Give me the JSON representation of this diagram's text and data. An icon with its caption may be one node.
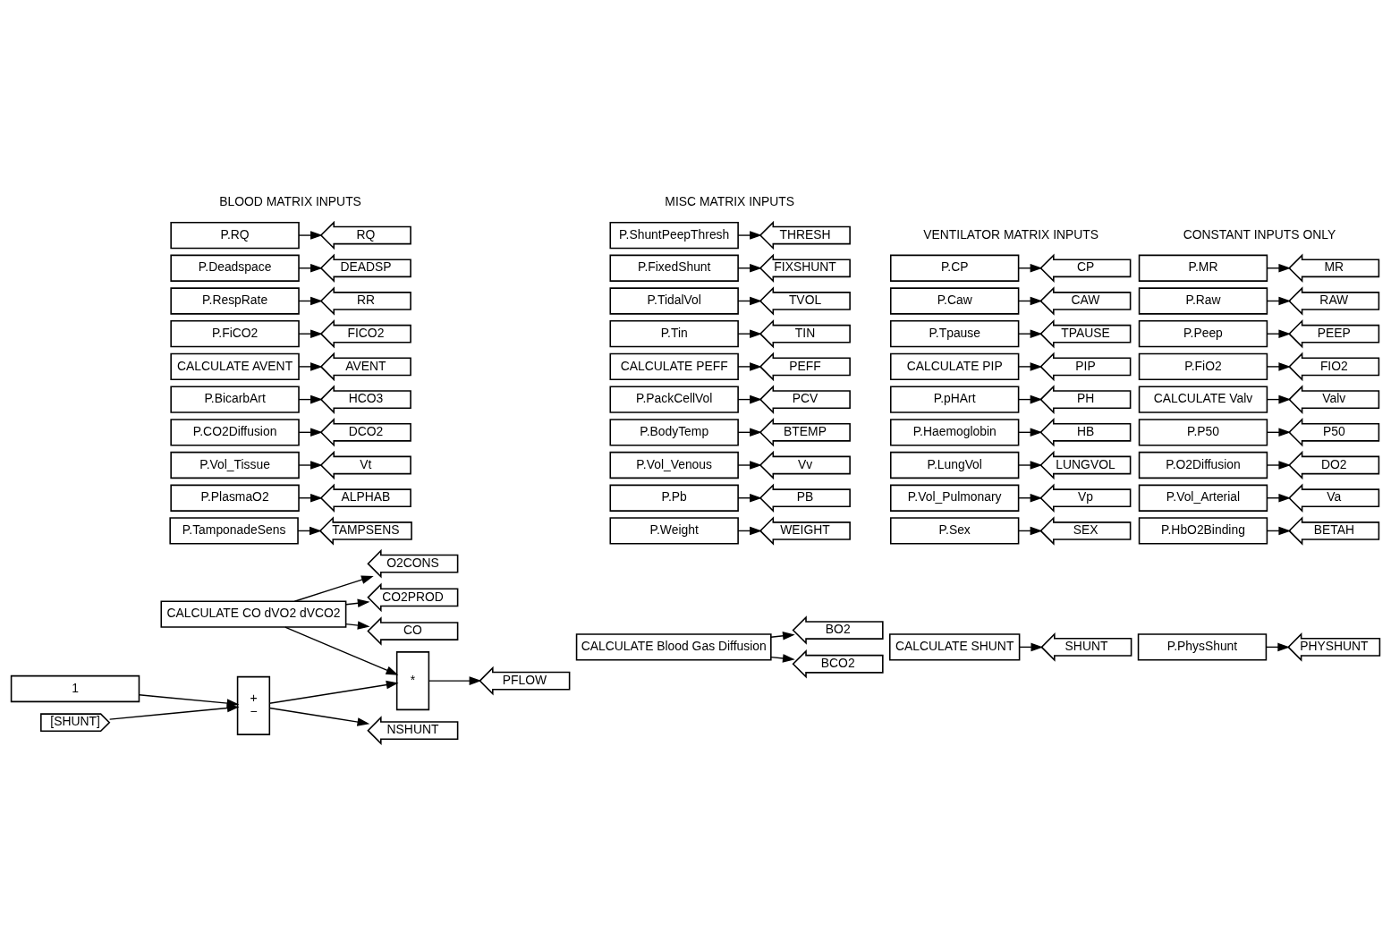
{
  "diagram": {
    "nodes": [
      {
        "text": [
          "P.Weight"
        ]
      },
      {
        "text": [
          "WEIGHT"
        ]
      },
      {
        "text": [
          "P.Sex"
        ]
      },
      {
        "text": [
          "SEX"
        ]
      },
      {
        "text": [
          "P.HbO2Binding"
        ]
      },
      {
        "text": [
          "BETAH"
        ]
      },
      {
        "text": [
          "P.PlasmaO2"
        ]
      },
      {
        "text": [
          "ALPHAB"
        ]
      },
      {
        "text": [
          "P.Pb"
        ]
      },
      {
        "text": [
          "PB"
        ]
      },
      {
        "text": [
          "P.Vol_Pulmonary"
        ]
      },
      {
        "text": [
          "Vp"
        ]
      },
      {
        "text": [
          "P.Vol_Arterial"
        ]
      },
      {
        "text": [
          "Va"
        ]
      },
      {
        "text": [
          "P.Vol_Tissue"
        ]
      },
      {
        "text": [
          "Vt"
        ]
      },
      {
        "text": [
          "P.Vol_Venous"
        ]
      },
      {
        "text": [
          "Vv"
        ]
      },
      {
        "text": [
          "P.LungVol"
        ]
      },
      {
        "text": [
          "LUNGVOL"
        ]
      },
      {
        "text": [
          "P.O2Diffusion"
        ]
      },
      {
        "text": [
          "DO2"
        ]
      },
      {
        "text": [
          "P.CO2Diffusion"
        ]
      },
      {
        "text": [
          "DCO2"
        ]
      },
      {
        "text": [
          "P.BodyTemp"
        ]
      },
      {
        "text": [
          "BTEMP"
        ]
      },
      {
        "text": [
          "P.Haemoglobin"
        ]
      },
      {
        "text": [
          "HB"
        ]
      },
      {
        "text": [
          "P.P50"
        ]
      },
      {
        "text": [
          "P50"
        ]
      },
      {
        "text": [
          "P.BicarbArt"
        ]
      },
      {
        "text": [
          "HCO3"
        ]
      },
      {
        "text": [
          "P.PackCellVol"
        ]
      },
      {
        "text": [
          "PCV"
        ]
      },
      {
        "text": [
          "P.pHArt"
        ]
      },
      {
        "text": [
          "PH"
        ]
      },
      {
        "text": [
          "CALCULATE Valv"
        ]
      },
      {
        "text": [
          "Valv"
        ]
      },
      {
        "text": [
          "CALCULATE AVENT"
        ]
      },
      {
        "text": [
          "AVENT"
        ]
      },
      {
        "text": [
          "CALCULATE PEFF"
        ]
      },
      {
        "text": [
          "PEFF"
        ]
      },
      {
        "text": [
          "CALCULATE Blood Gas Diffusion"
        ]
      },
      {
        "text": [
          "BO2"
        ]
      },
      {
        "text": [
          "BCO2"
        ]
      },
      {
        "text": [
          "CALCULATE SHUNT"
        ]
      },
      {
        "text": [
          "SHUNT"
        ]
      },
      {
        "text": [
          "CALCULATE PIP"
        ]
      },
      {
        "text": [
          "PIP"
        ]
      },
      {
        "text": [
          "P.FiO2"
        ]
      },
      {
        "text": [
          "FIO2"
        ]
      },
      {
        "text": [
          "P.FiCO2"
        ]
      },
      {
        "text": [
          "FICO2"
        ]
      },
      {
        "text": [
          "P.Tin"
        ]
      },
      {
        "text": [
          "TIN"
        ]
      },
      {
        "text": [
          "P.Tpause"
        ]
      },
      {
        "text": [
          "TPAUSE"
        ]
      },
      {
        "text": [
          "P.Peep"
        ]
      },
      {
        "text": [
          "PEEP"
        ]
      },
      {
        "text": [
          "P.RespRate"
        ]
      },
      {
        "text": [
          "RR"
        ]
      },
      {
        "text": [
          "P.TidalVol"
        ]
      },
      {
        "text": [
          "TVOL"
        ]
      },
      {
        "text": [
          "CALCULATE CO dVO2 dVCO2"
        ]
      },
      {
        "text": [
          "O2CONS"
        ]
      },
      {
        "text": [
          "CO2PROD"
        ]
      },
      {
        "text": [
          "CO"
        ]
      },
      {
        "text": [
          "1"
        ]
      },
      {
        "text": [
          "[SHUNT]"
        ]
      },
      {
        "text": [
          "+",
          "−"
        ]
      },
      {
        "text": [
          "*"
        ]
      },
      {
        "text": [
          "PFLOW"
        ]
      },
      {
        "text": [
          "NSHUNT"
        ]
      },
      {
        "text": [
          "P.Caw"
        ]
      },
      {
        "text": [
          "CAW"
        ]
      },
      {
        "text": [
          "P.Raw"
        ]
      },
      {
        "text": [
          "RAW"
        ]
      },
      {
        "text": [
          "P.Deadspace"
        ]
      },
      {
        "text": [
          "DEADSP"
        ]
      },
      {
        "text": [
          "P.PhysShunt"
        ]
      },
      {
        "text": [
          "PHYSHUNT"
        ]
      },
      {
        "text": [
          "P.FixedShunt"
        ]
      },
      {
        "text": [
          "FIXSHUNT"
        ]
      },
      {
        "text": [
          "P.CP"
        ]
      },
      {
        "text": [
          "CP"
        ]
      },
      {
        "text": [
          "P.MR"
        ]
      },
      {
        "text": [
          "MR"
        ]
      },
      {
        "text": [
          "P.RQ"
        ]
      },
      {
        "text": [
          "RQ"
        ]
      },
      {
        "text": [
          "P.TamponadeSens"
        ]
      },
      {
        "text": [
          "TAMPSENS"
        ]
      },
      {
        "text": [
          "P.ShuntPeepThresh"
        ]
      },
      {
        "text": [
          "THRESH"
        ]
      }
    ],
    "edges": [
      {
        "from": 0,
        "to": 1,
        "arrow": "to"
      },
      {
        "from": 2,
        "to": 3,
        "arrow": "to"
      },
      {
        "from": 4,
        "to": 5,
        "arrow": "to"
      },
      {
        "from": 6,
        "to": 7,
        "arrow": "to"
      },
      {
        "from": 8,
        "to": 9,
        "arrow": "to"
      },
      {
        "from": 10,
        "to": 11,
        "arrow": "to"
      },
      {
        "from": 12,
        "to": 13,
        "arrow": "to"
      },
      {
        "from": 14,
        "to": 15,
        "arrow": "to"
      },
      {
        "from": 16,
        "to": 17,
        "arrow": "to"
      },
      {
        "from": 18,
        "to": 19,
        "arrow": "to"
      },
      {
        "from": 20,
        "to": 21,
        "arrow": "to"
      },
      {
        "from": 22,
        "to": 23,
        "arrow": "to"
      },
      {
        "from": 24,
        "to": 25,
        "arrow": "to"
      },
      {
        "from": 26,
        "to": 27,
        "arrow": "to"
      },
      {
        "from": 28,
        "to": 29,
        "arrow": "to"
      },
      {
        "from": 30,
        "to": 31,
        "arrow": "to"
      },
      {
        "from": 32,
        "to": 33,
        "arrow": "to"
      },
      {
        "from": 34,
        "to": 35,
        "arrow": "to"
      },
      {
        "from": 36,
        "to": 37,
        "arrow": "to"
      },
      {
        "from": 38,
        "to": 39,
        "arrow": "to"
      },
      {
        "from": 40,
        "to": 41,
        "arrow": "to"
      },
      {
        "from": 42,
        "to": 43,
        "arrow": "to"
      },
      {
        "from": 42,
        "to": 44,
        "arrow": "to"
      },
      {
        "from": 45,
        "to": 46,
        "arrow": "to"
      },
      {
        "from": 47,
        "to": 48,
        "arrow": "to"
      },
      {
        "from": 49,
        "to": 50,
        "arrow": "to"
      },
      {
        "from": 51,
        "to": 52,
        "arrow": "to"
      },
      {
        "from": 53,
        "to": 54,
        "arrow": "to"
      },
      {
        "from": 55,
        "to": 56,
        "arrow": "to"
      },
      {
        "from": 57,
        "to": 58,
        "arrow": "to"
      },
      {
        "from": 59,
        "to": 60,
        "arrow": "to"
      },
      {
        "from": 61,
        "to": 62,
        "arrow": "to"
      },
      {
        "from": 63,
        "to": 64,
        "arrow": "to"
      },
      {
        "from": 63,
        "to": 65,
        "arrow": "to"
      },
      {
        "from": 63,
        "to": 66,
        "arrow": "to"
      },
      {
        "from": 63,
        "to": 70,
        "arrow": "to"
      },
      {
        "from": 67,
        "to": 69,
        "arrow": "to"
      },
      {
        "from": 68,
        "to": 69,
        "arrow": "to"
      },
      {
        "from": 69,
        "to": 70,
        "arrow": "to"
      },
      {
        "from": 69,
        "to": 72,
        "arrow": "to"
      },
      {
        "from": 70,
        "to": 71,
        "arrow": "to"
      },
      {
        "from": 73,
        "to": 74,
        "arrow": "to"
      },
      {
        "from": 75,
        "to": 76,
        "arrow": "to"
      },
      {
        "from": 77,
        "to": 78,
        "arrow": "to"
      },
      {
        "from": 79,
        "to": 80,
        "arrow": "to"
      },
      {
        "from": 81,
        "to": 82,
        "arrow": "to"
      },
      {
        "from": 83,
        "to": 84,
        "arrow": "to"
      },
      {
        "from": 85,
        "to": 86,
        "arrow": "to"
      },
      {
        "from": 87,
        "to": 88,
        "arrow": "to"
      },
      {
        "from": 89,
        "to": 90,
        "arrow": "to"
      },
      {
        "from": 91,
        "to": 92,
        "arrow": "to"
      }
    ],
    "labels": [
      "CONSTANT INPUTS ONLY",
      "BLOOD MATRIX INPUTS",
      "VENTILATOR MATRIX INPUTS",
      "MISC MATRIX INPUTS"
    ]
  }
}
